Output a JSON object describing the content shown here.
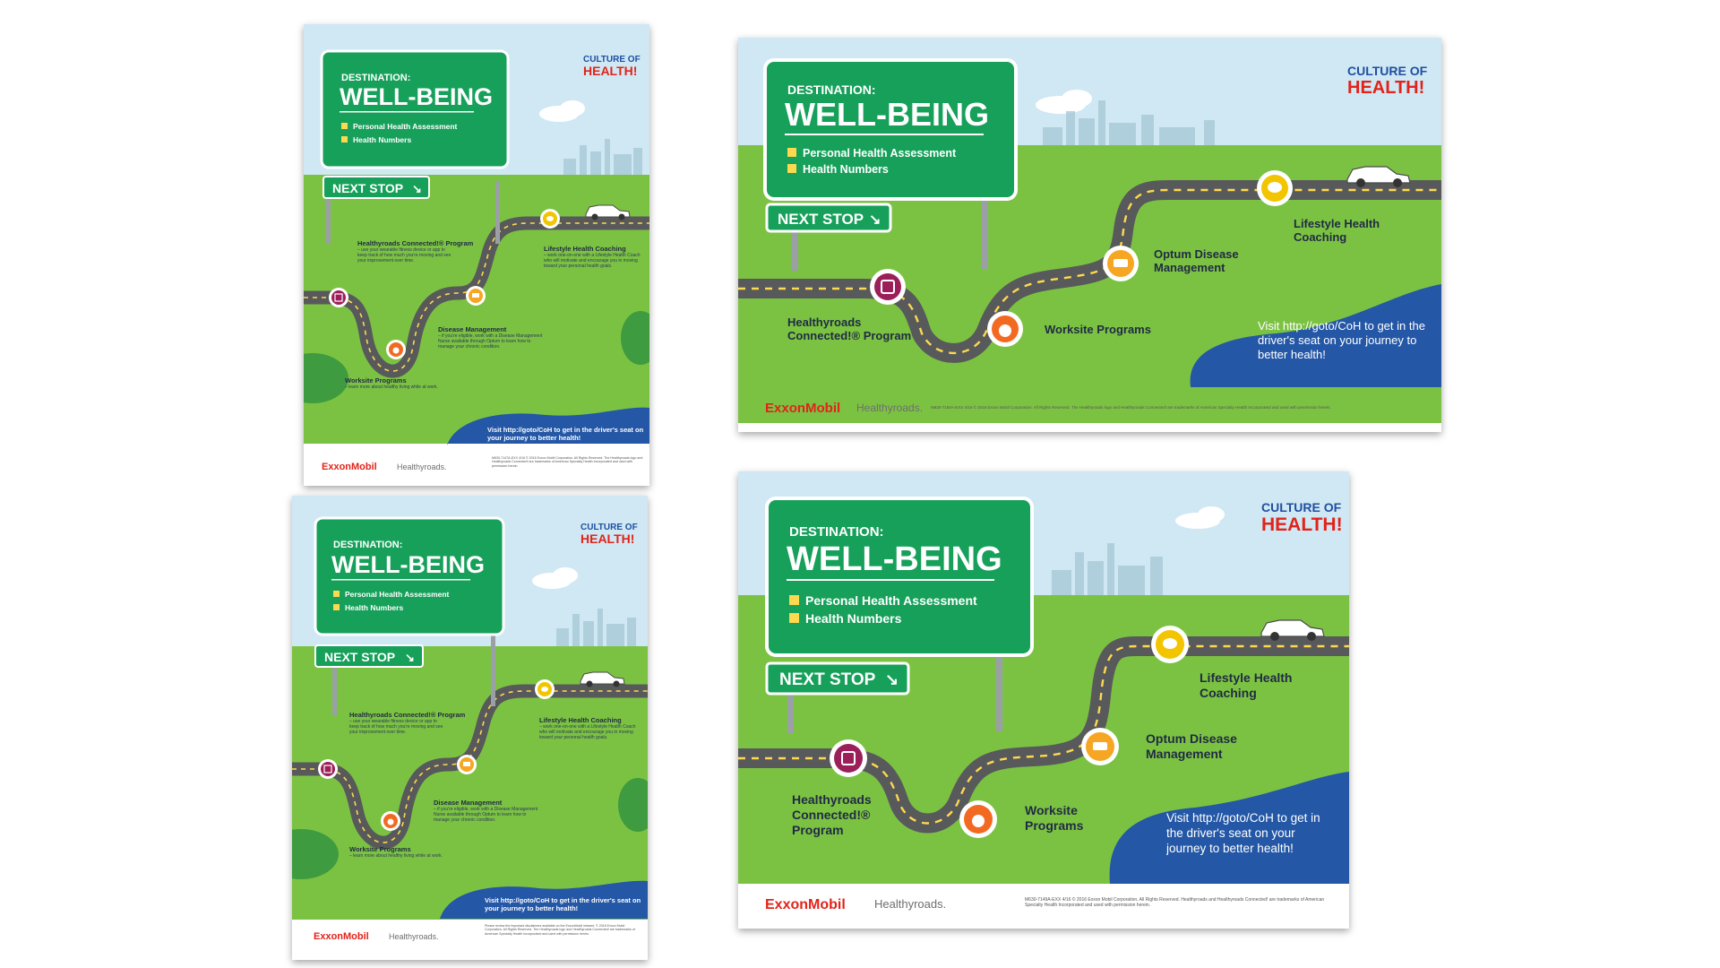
{
  "posters": [
    {
      "layout": "portrait",
      "sign": {
        "title_small": "DESTINATION:",
        "title_big": "WELL-BEING",
        "items": [
          "Personal Health Assessment",
          "Health Numbers"
        ],
        "next_stop": "NEXT STOP"
      },
      "logo": {
        "line1": "CULTURE OF",
        "line2": "HEALTH!"
      },
      "stops": [
        {
          "title": "Healthyroads Connected!® Program",
          "desc": "– use your wearable fitness device or app to keep track of how much you're moving and see your improvement over time.",
          "icon": "watch-icon",
          "color": "#9c1f5a"
        },
        {
          "title": "Worksite Programs",
          "desc": "– learn more about healthy living while at work.",
          "icon": "apple-icon",
          "color": "#f26a21"
        },
        {
          "title": "Disease Management",
          "desc": "– if you're eligible, work with a Disease Management Nurse available through Optum to learn how to manage your chronic condition.",
          "icon": "nurse-cap-icon",
          "color": "#f6a623"
        },
        {
          "title": "Lifestyle Health Coaching",
          "desc": "– work one-on-one with a Lifestyle Health Coach who will motivate and encourage you in moving toward your personal health goals.",
          "icon": "chat-bubble-icon",
          "color": "#f2c500"
        }
      ],
      "cta": "Visit http://goto/CoH to get in the driver's seat on your journey to better health!",
      "footer": {
        "brand": "ExxonMobil",
        "partner": "Healthyroads.",
        "legal": "M630-7147A-EXX 4/16 © 2016 Exxon Mobil Corporation. All Rights Reserved. The Healthyroads logo and Healthyroads Connected! are trademarks of American Specialty Health Incorporated and used with permission herein."
      }
    },
    {
      "layout": "wide",
      "sign": {
        "title_small": "DESTINATION:",
        "title_big": "WELL-BEING",
        "items": [
          "Personal Health Assessment",
          "Health Numbers"
        ],
        "next_stop": "NEXT STOP"
      },
      "logo": {
        "line1": "CULTURE OF",
        "line2": "HEALTH!"
      },
      "stops": [
        {
          "title": "Healthyroads Connected!® Program",
          "icon": "watch-icon",
          "color": "#9c1f5a"
        },
        {
          "title": "Worksite Programs",
          "icon": "apple-icon",
          "color": "#f26a21"
        },
        {
          "title": "Optum Disease Management",
          "icon": "nurse-cap-icon",
          "color": "#f6a623"
        },
        {
          "title": "Lifestyle Health Coaching",
          "icon": "chat-bubble-icon",
          "color": "#f2c500"
        }
      ],
      "cta": "Visit http://goto/CoH to get in the driver's seat on your journey to better health!",
      "footer": {
        "brand": "ExxonMobil",
        "partner": "Healthyroads.",
        "legal": "M630-7150A-EXX 4/16 © 2016 Exxon Mobil Corporation. All Rights Reserved. The Healthyroads logo and Healthyroads Connected! are trademarks of American Specialty Health Incorporated and used with permission herein."
      }
    },
    {
      "layout": "portrait",
      "sign": {
        "title_small": "DESTINATION:",
        "title_big": "WELL-BEING",
        "items": [
          "Personal Health Assessment",
          "Health Numbers"
        ],
        "next_stop": "NEXT STOP"
      },
      "logo": {
        "line1": "CULTURE OF",
        "line2": "HEALTH!"
      },
      "stops": [
        {
          "title": "Healthyroads Connected!® Program",
          "desc": "– use your wearable fitness device or app to keep track of how much you're moving and see your improvement over time.",
          "icon": "watch-icon",
          "color": "#9c1f5a"
        },
        {
          "title": "Worksite Programs",
          "desc": "– learn more about healthy living while at work.",
          "icon": "apple-icon",
          "color": "#f26a21"
        },
        {
          "title": "Disease Management",
          "desc": "– if you're eligible, work with a Disease Management Nurse available through Optum to learn how to manage your chronic condition.",
          "icon": "nurse-cap-icon",
          "color": "#f6a623"
        },
        {
          "title": "Lifestyle Health Coaching",
          "desc": "– work one-on-one with a Lifestyle Health Coach who will motivate and encourage you in moving toward your personal health goals.",
          "icon": "chat-bubble-icon",
          "color": "#f2c500"
        }
      ],
      "cta": "Visit http://goto/CoH to get in the driver's seat on your journey to better health!",
      "footer": {
        "brand": "ExxonMobil",
        "partner": "Healthyroads.",
        "legal": "Please review the important disclaimers available on the ExxonMobil intranet. © 2016 Exxon Mobil Corporation. All Rights Reserved. The Healthyroads logo and Healthyroads Connected! are trademarks of American Specialty Health Incorporated and used with permission herein."
      }
    },
    {
      "layout": "medium",
      "sign": {
        "title_small": "DESTINATION:",
        "title_big": "WELL-BEING",
        "items": [
          "Personal Health Assessment",
          "Health Numbers"
        ],
        "next_stop": "NEXT STOP"
      },
      "logo": {
        "line1": "CULTURE OF",
        "line2": "HEALTH!"
      },
      "stops": [
        {
          "title": "Healthyroads Connected!® Program",
          "icon": "watch-icon",
          "color": "#9c1f5a"
        },
        {
          "title": "Worksite Programs",
          "icon": "apple-icon",
          "color": "#f26a21"
        },
        {
          "title": "Optum Disease Management",
          "icon": "nurse-cap-icon",
          "color": "#f6a623"
        },
        {
          "title": "Lifestyle Health Coaching",
          "icon": "chat-bubble-icon",
          "color": "#f2c500"
        }
      ],
      "cta": "Visit http://goto/CoH to get in the driver's seat on your journey to better health!",
      "footer": {
        "brand": "ExxonMobil",
        "partner": "Healthyroads.",
        "legal": "M630-7149A-EXX 4/16 © 2016 Exxon Mobil Corporation. All Rights Reserved. Healthyroads and Healthyroads Connected! are trademarks of American Specialty Health Incorporated and used with permission herein."
      }
    }
  ],
  "colors": {
    "sky": "#cfe8f4",
    "grass": "#7cc242",
    "road": "#58595b",
    "road_dash": "#fdd94f",
    "sign_green": "#16a05a",
    "lake": "#2457a6",
    "exxon_red": "#e2231a",
    "coh_blue": "#1f4fa0"
  }
}
